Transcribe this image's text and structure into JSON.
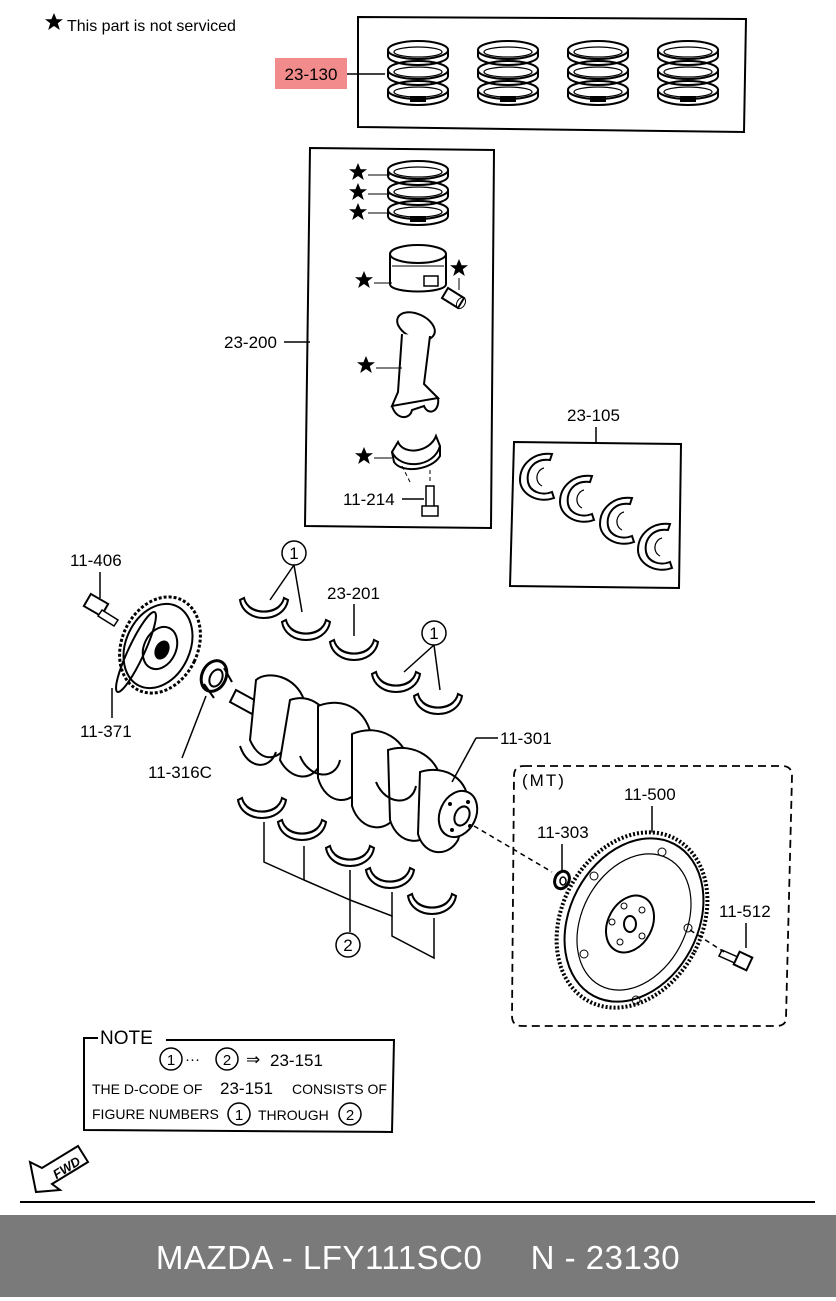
{
  "legend": {
    "star_note": "This part is not serviced"
  },
  "callouts": {
    "piston_rings": "23-130",
    "piston_conrod_set": "23-200",
    "main_bearings": "23-105",
    "conrod_bolt": "11-214",
    "pulley_bolt": "11-406",
    "crank_pulley": "11-371",
    "oil_seal": "11-316C",
    "thrust_bearing": "23-201",
    "crankshaft": "11-301",
    "pilot_bearing": "11-303",
    "flywheel": "11-500",
    "flywheel_bolt": "11-512",
    "mt_group": "(MT)",
    "circle_1": "1",
    "circle_2": "2"
  },
  "note": {
    "title": "NOTE",
    "range_start": "1",
    "range_dots": "···",
    "range_end": "2",
    "arrow": "⇒",
    "code": "23-151",
    "line2_a": "THE D-CODE OF",
    "line2_code": "23-151",
    "line2_b": "CONSISTS OF",
    "line3_a": "FIGURE NUMBERS",
    "line3_n1": "1",
    "line3_b": "THROUGH",
    "line3_n2": "2"
  },
  "fwd_label": "FWD",
  "footer": {
    "text": "MAZDA - LFY111SC0     N - 23130"
  },
  "colors": {
    "highlight": "#f28b8b",
    "footer_bg": "#7a7a7a"
  }
}
